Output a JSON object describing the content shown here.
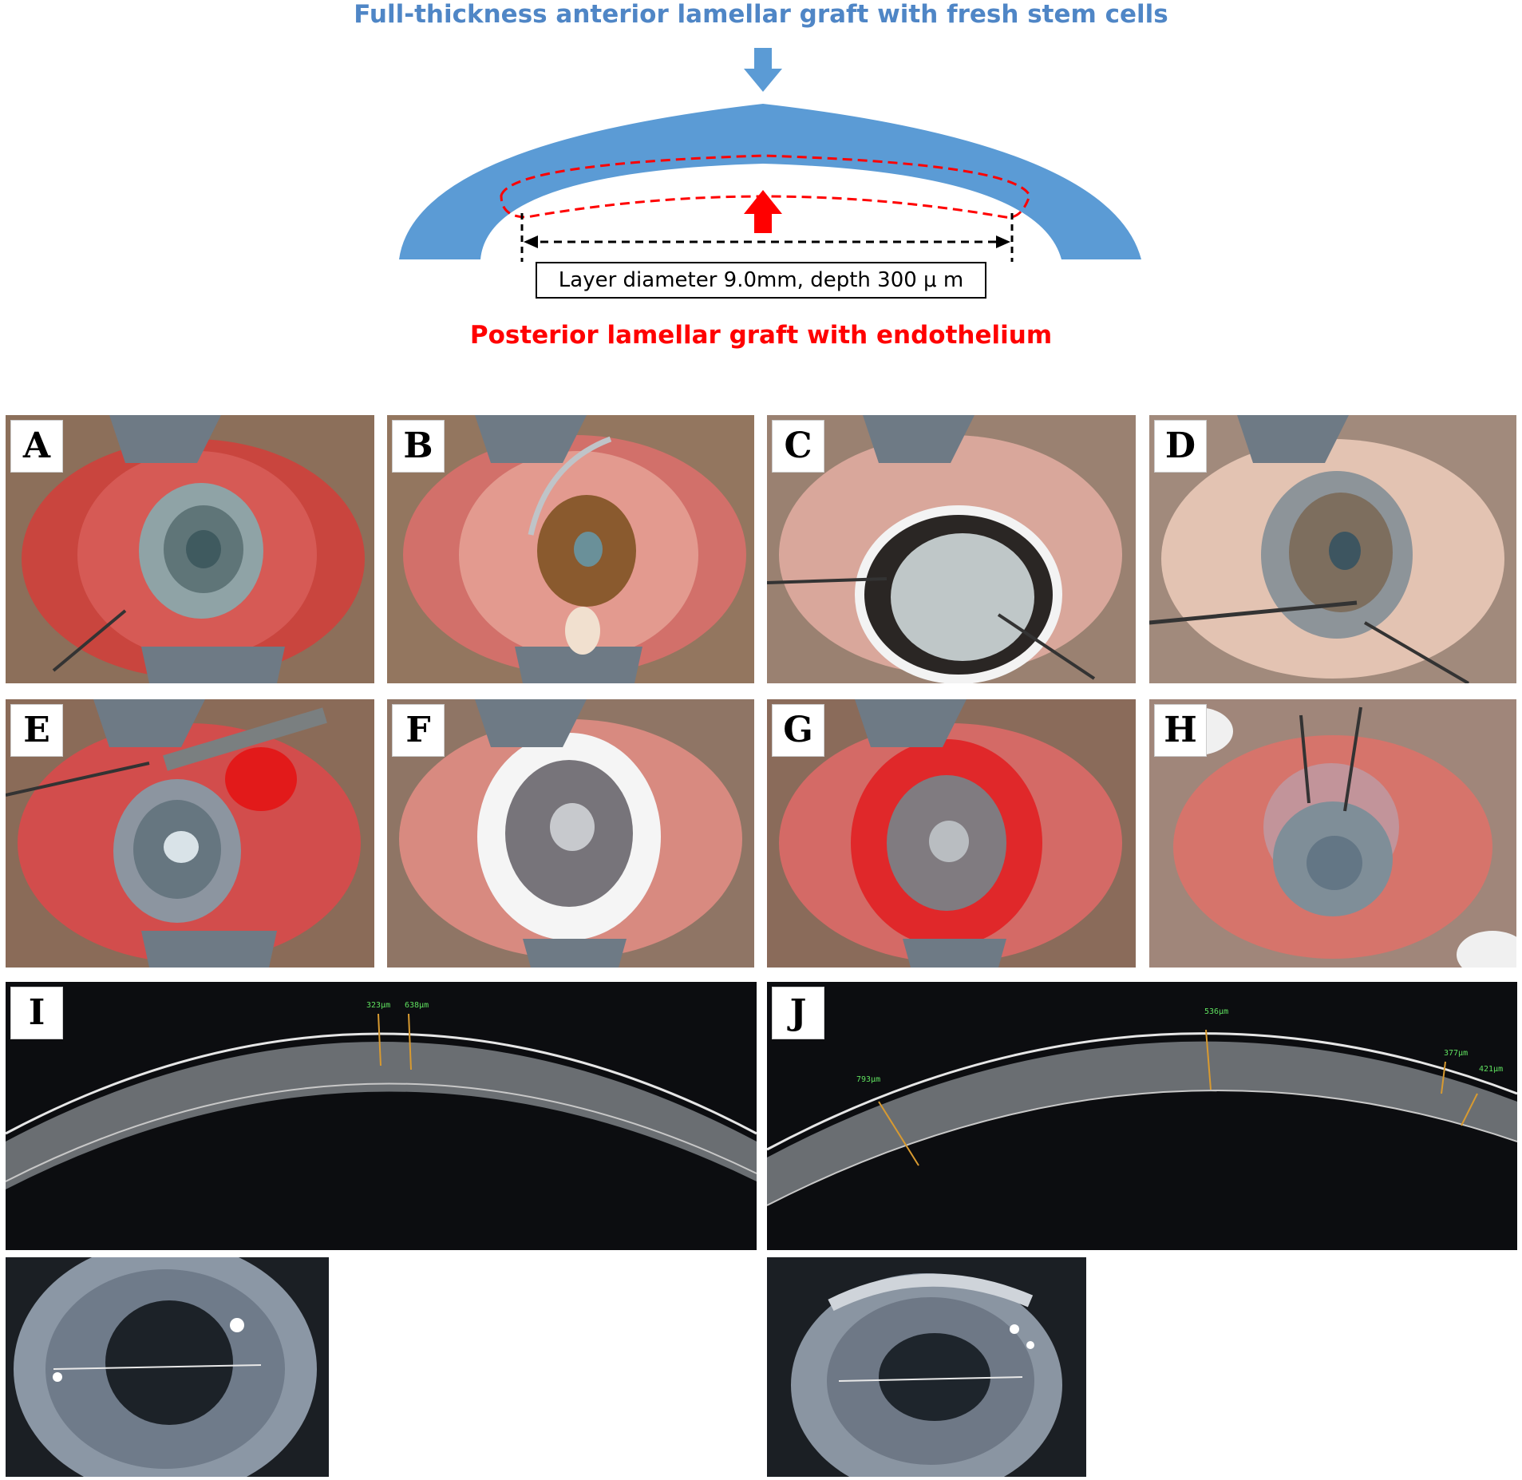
{
  "diagram": {
    "top_label": "Full-thickness anterior lamellar graft with fresh stem cells",
    "bottom_label": "Posterior lamellar graft with endothelium",
    "dimension_label": "Layer diameter 9.0mm, depth 300 μ m",
    "colors": {
      "anterior": "#4f86c6",
      "posterior": "#ff0000",
      "graft_fill": "#5b9bd5"
    }
  },
  "panels": [
    {
      "letter": "A"
    },
    {
      "letter": "B"
    },
    {
      "letter": "C"
    },
    {
      "letter": "D"
    },
    {
      "letter": "E"
    },
    {
      "letter": "F"
    },
    {
      "letter": "G"
    },
    {
      "letter": "H"
    },
    {
      "letter": "I"
    },
    {
      "letter": "J"
    }
  ],
  "oct": {
    "I": {
      "m1": "323μm",
      "m2": "638μm"
    },
    "J": {
      "m1": "536μm",
      "m2": "793μm",
      "m3": "377μm",
      "m4": "421μm"
    }
  }
}
